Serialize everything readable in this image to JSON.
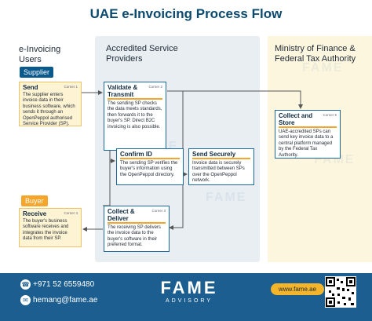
{
  "title": "UAE e-Invoicing Process Flow",
  "columns": {
    "users": "e-Invoicing Users",
    "sp": "Accredited Service Providers",
    "moe": "Ministry of Finance & Federal Tax Authority"
  },
  "tags": {
    "supplier": "Supplier",
    "buyer": "Buyer"
  },
  "cards": {
    "send": {
      "title": "Send",
      "corner": "Corner 1",
      "body": "The supplier enters invoice data in their business software, which sends it through an OpenPeppol authorised Service Provider (SP)."
    },
    "validate": {
      "title": "Validate & Transmit",
      "corner": "Corner 2",
      "body": "The sending SP checks the data meets standards, then forwards it to the buyer's SP. Direct B2C invoicing is also possible."
    },
    "confirm": {
      "title": "Confirm ID",
      "body": "The sending SP verifies the buyer's information using the OpenPeppol directory."
    },
    "send_securely": {
      "title": "Send Securely",
      "body": "Invoice data is securely transmitted between SPs over the OpenPeppol network."
    },
    "collect_store": {
      "title": "Collect and Store",
      "corner": "Corner 5",
      "body": "UAE-accredited SPs can send key invoice data to a central platform managed by the Federal Tax Authority."
    },
    "receive": {
      "title": "Receive",
      "corner": "Corner 4",
      "body": "The buyer's business software receives and integrates the invoice data from their SP."
    },
    "collect_deliver": {
      "title": "Collect & Deliver",
      "corner": "Corner 3",
      "body": "The receiving SP delivers the invoice data to the buyer's software in their preferred format."
    }
  },
  "footer": {
    "phone": "+971 52 6559480",
    "email": "hemang@fame.ae",
    "logo": "FAME",
    "logo_sub": "ADVISORY",
    "website": "www.fame.ae",
    "phone_icon": "phone-icon",
    "email_icon": "email-icon"
  },
  "watermark": "FAME",
  "colors": {
    "primary": "#1b5e8f",
    "accent": "#f4a52a",
    "sp_column": "#e9eef2",
    "moe_column": "#fdf6df"
  }
}
